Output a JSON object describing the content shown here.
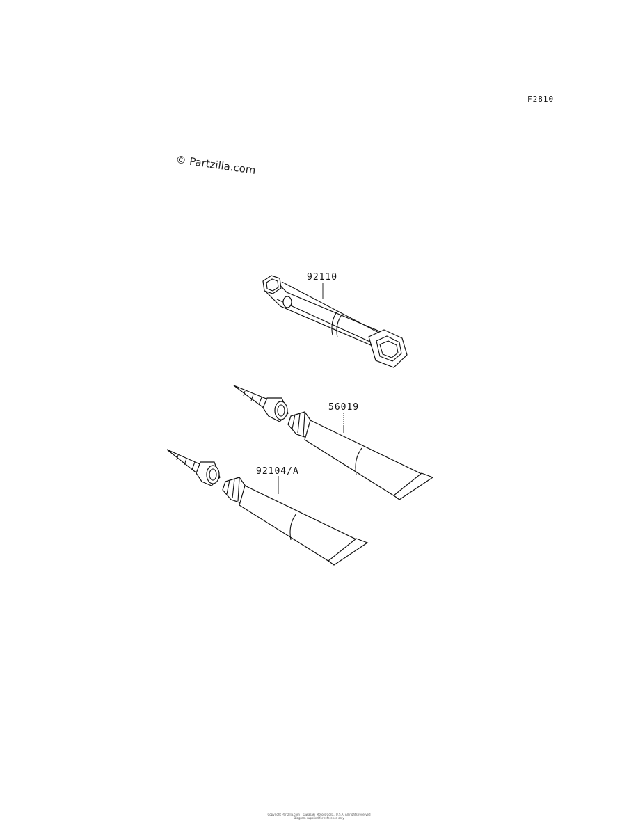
{
  "figure_code": "F2810",
  "watermark": "© Partzilla.com",
  "parts": [
    {
      "number": "92110"
    },
    {
      "number": "56019"
    },
    {
      "number": "92104/A"
    }
  ],
  "footer": {
    "line1": "Copyright Partzilla.com  ·  Kawasaki Motors Corp., U.S.A. All rights reserved",
    "line2": "Diagram supplied for reference only"
  }
}
